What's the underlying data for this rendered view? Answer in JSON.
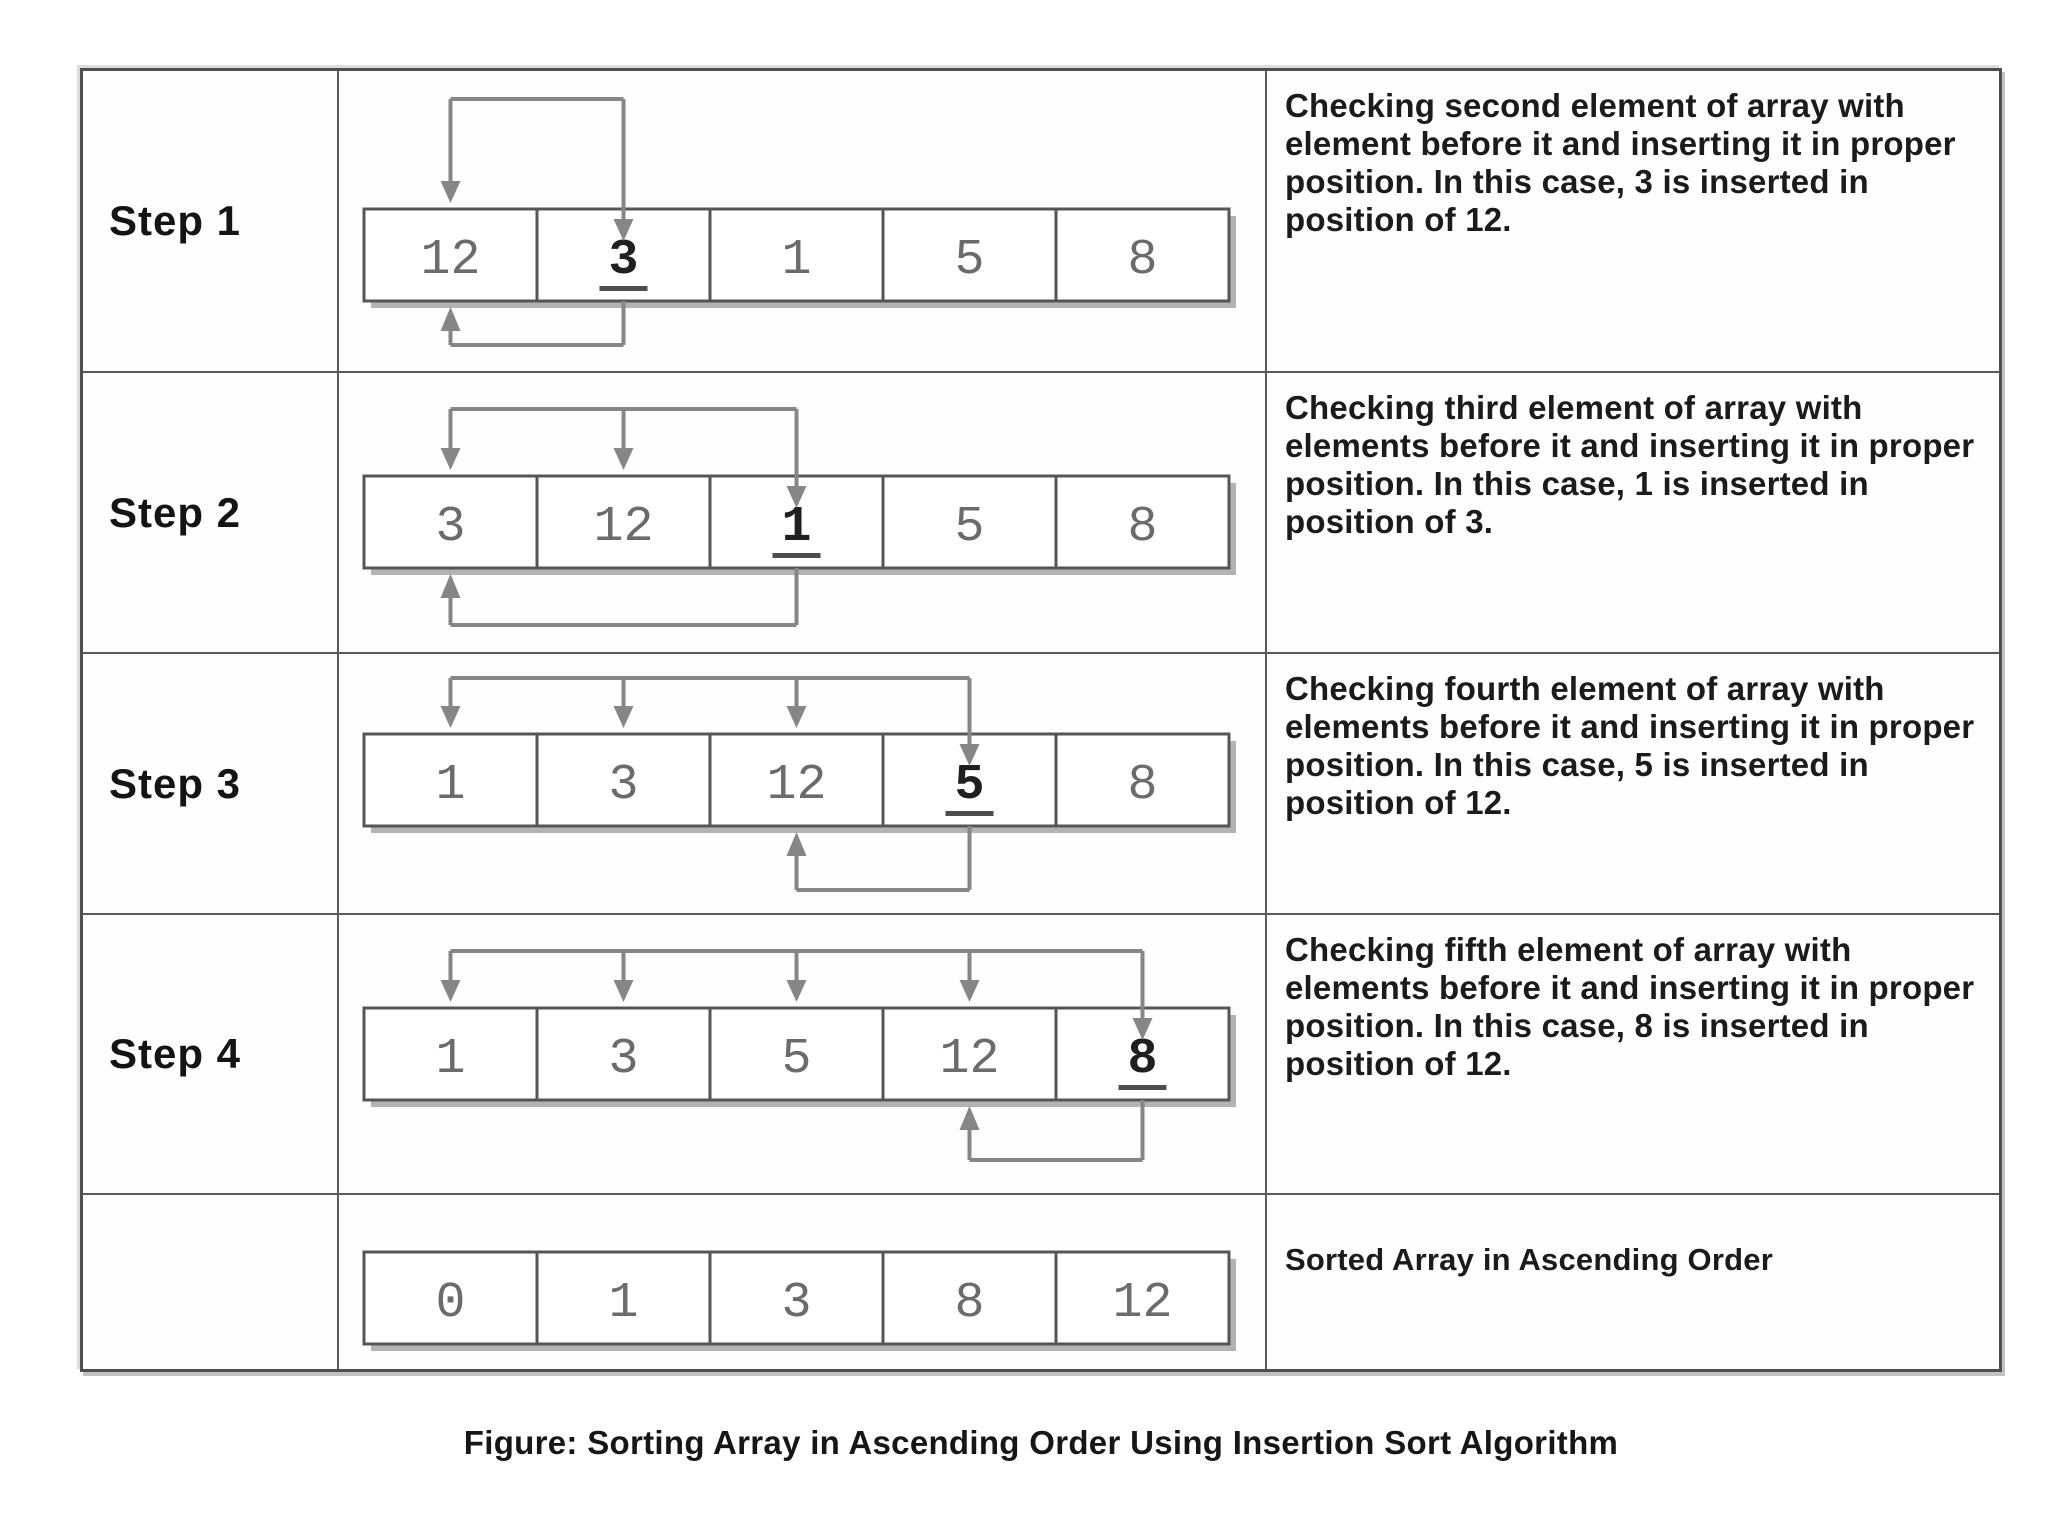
{
  "figure": {
    "caption": "Figure: Sorting Array in Ascending Order Using Insertion Sort Algorithm"
  },
  "colors": {
    "table_border": "#4f4f4f",
    "cell_border": "#555555",
    "number": "#6b6b6b",
    "current_number": "#1f1f1f",
    "arrow": "#868686",
    "box_shadow": "#b3b3b3",
    "text": "#1b1b1b"
  },
  "rows": [
    {
      "step_label": "Step 1",
      "cells": [
        "12",
        "3",
        "1",
        "5",
        "8"
      ],
      "current_index": 1,
      "check_indices": [
        0
      ],
      "insert_index": 0,
      "description": "Checking second element of array with element before it and inserting it in proper position. In this case, 3 is inserted in position of 12."
    },
    {
      "step_label": "Step 2",
      "cells": [
        "3",
        "12",
        "1",
        "5",
        "8"
      ],
      "current_index": 2,
      "check_indices": [
        0,
        1
      ],
      "insert_index": 0,
      "description": "Checking third element of array with elements before it and inserting it in proper position. In this case, 1 is inserted in position of 3."
    },
    {
      "step_label": "Step 3",
      "cells": [
        "1",
        "3",
        "12",
        "5",
        "8"
      ],
      "current_index": 3,
      "check_indices": [
        0,
        1,
        2
      ],
      "insert_index": 2,
      "description": "Checking fourth element of array with elements before it and inserting it in proper position. In this case, 5 is inserted in position of 12."
    },
    {
      "step_label": "Step 4",
      "cells": [
        "1",
        "3",
        "5",
        "12",
        "8"
      ],
      "current_index": 4,
      "check_indices": [
        0,
        1,
        2,
        3
      ],
      "insert_index": 3,
      "description": "Checking fifth element of array with elements before it and inserting it in proper position. In this case, 8 is inserted in position of 12."
    },
    {
      "step_label": "",
      "cells": [
        "0",
        "1",
        "3",
        "8",
        "12"
      ],
      "current_index": null,
      "check_indices": [],
      "insert_index": null,
      "description": "Sorted Array in Ascending Order"
    }
  ]
}
